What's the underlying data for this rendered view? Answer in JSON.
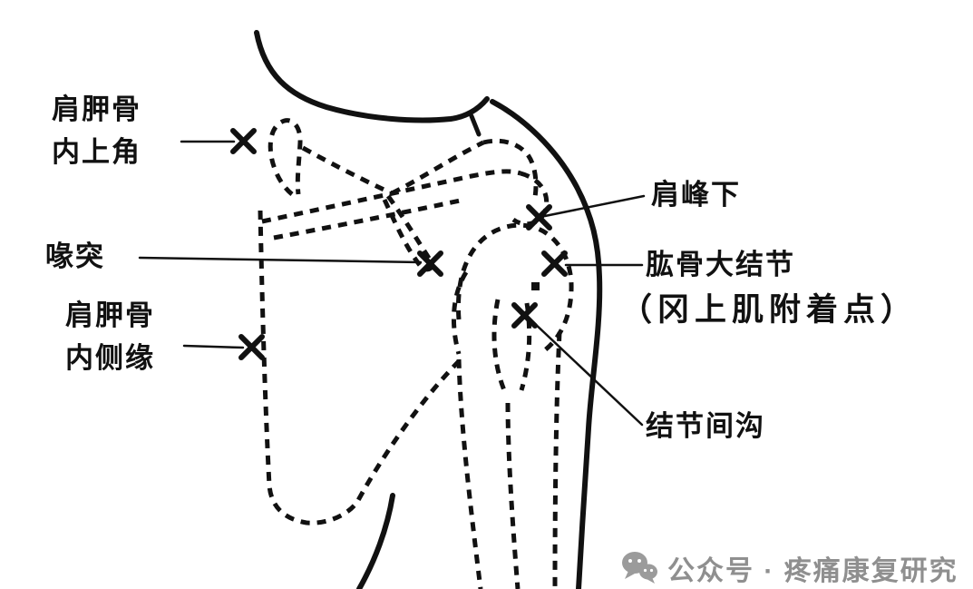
{
  "canvas": {
    "background": "#ffffff",
    "ink": "#111111"
  },
  "annotations": {
    "scapula_superior_angle": {
      "line1": "肩胛骨",
      "line2": "内上角"
    },
    "coracoid": {
      "label": "喙突"
    },
    "scapula_medial_border": {
      "line1": "肩胛骨",
      "line2": "内侧缘"
    },
    "subacromial": {
      "label": "肩峰下"
    },
    "greater_tubercle": {
      "line1": "肱骨大结节",
      "line2": "（冈上肌附着点）"
    },
    "bicipital_groove": {
      "label": "结节间沟"
    }
  },
  "watermark": {
    "icon": "wechat-logo-icon",
    "text": "公众号 · 疼痛康复研究",
    "color": "#8f8f8f"
  }
}
